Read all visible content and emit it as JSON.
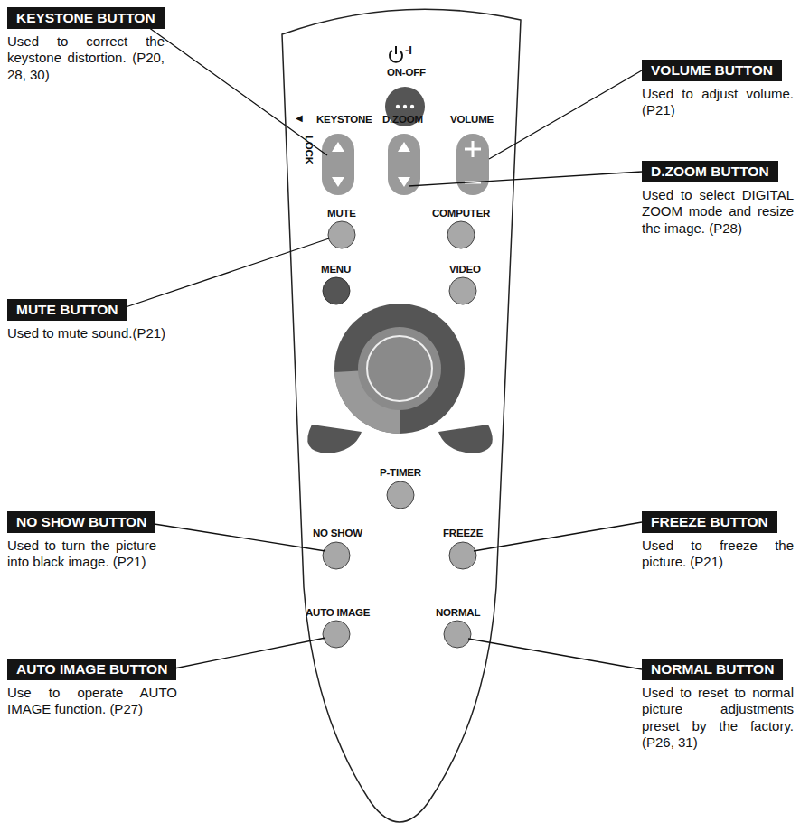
{
  "diagram": {
    "nodes": [
      {
        "text": [
          "KEYSTONE BUTTON",
          "Used to correct the keystone distortion. (P20, 28, 30)"
        ]
      },
      {
        "text": [
          "VOLUME BUTTON",
          "Used to adjust volume. (P21)"
        ]
      },
      {
        "text": [
          "D.ZOOM BUTTON",
          "Used to select DIGITAL ZOOM mode and resize the image. (P28)"
        ]
      },
      {
        "text": [
          "MUTE BUTTON",
          "Used to mute sound.(P21)"
        ]
      },
      {
        "text": [
          "NO SHOW BUTTON",
          "Used to turn the picture into black image. (P21)"
        ]
      },
      {
        "text": [
          "FREEZE BUTTON",
          "Used to freeze the picture. (P21)"
        ]
      },
      {
        "text": [
          "AUTO IMAGE BUTTON",
          "Use to operate AUTO IMAGE function. (P27)"
        ]
      },
      {
        "text": [
          "NORMAL BUTTON",
          "Used to reset to normal picture adjustments preset by the factory. (P26, 31)"
        ]
      }
    ],
    "labels": [
      "-I",
      "ON-OFF",
      "◀",
      "KEYSTONE",
      "D.ZOOM",
      "VOLUME",
      "LOCK",
      "MUTE",
      "COMPUTER",
      "MENU",
      "VIDEO",
      "P-TIMER",
      "NO SHOW",
      "FREEZE",
      "AUTO IMAGE",
      "NORMAL"
    ]
  }
}
